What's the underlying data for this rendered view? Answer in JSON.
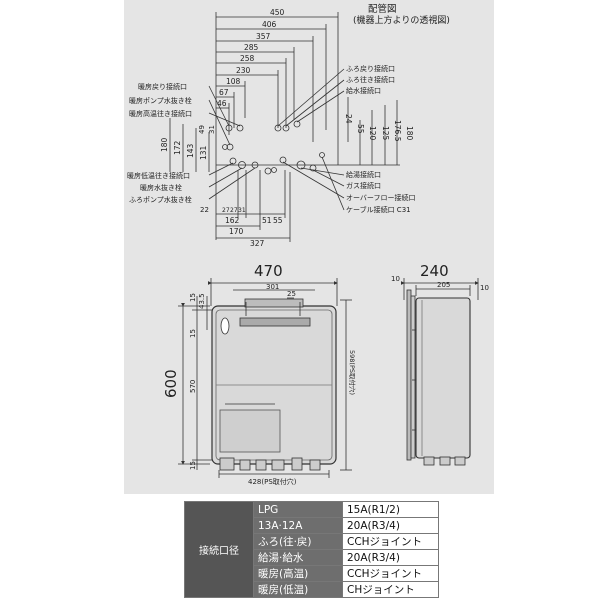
{
  "piping": {
    "title": "配管図",
    "subtitle": "(機器上方よりの透視図)",
    "top_dims": [
      "450",
      "406",
      "357",
      "285",
      "258",
      "230",
      "108",
      "67",
      "46"
    ],
    "small_dims": [
      "49",
      "31"
    ],
    "left_dims": [
      "180",
      "172",
      "143",
      "131"
    ],
    "right_dims": [
      "24",
      "55",
      "120",
      "125",
      "176.5",
      "180"
    ],
    "bottom_dims": [
      "22",
      "27",
      "27",
      "31",
      "162",
      "51",
      "55",
      "170",
      "327"
    ],
    "left_labels": [
      "暖房戻り接続口",
      "暖房ポンプ水抜き栓",
      "暖房高温往き接続口",
      "暖房低温往き接続口",
      "暖房水抜き栓",
      "ふろポンプ水抜き栓"
    ],
    "right_labels": [
      "ふろ戻り接続口",
      "ふろ往き接続口",
      "給水接続口",
      "給湯接続口",
      "ガス接続口",
      "オーバーフロー接続口",
      "ケーブル接続口 C31"
    ]
  },
  "front": {
    "width": "470",
    "height": "600",
    "dim_301": "301",
    "dim_25": "25",
    "dim_15_top": "15",
    "dim_43_5": "43.5",
    "dim_15_mid": "15",
    "dim_570": "570",
    "dim_15_bottom": "15",
    "ps_vertical": "598(PS取付穴)",
    "ps_horizontal": "428(PS取付穴)"
  },
  "side": {
    "width": "240",
    "dim_10_left": "10",
    "dim_205": "205",
    "dim_10_right": "10"
  },
  "spec_table": {
    "header": "接続口径",
    "rows": [
      {
        "label": "LPG",
        "value": "15A(R1/2)"
      },
      {
        "label": "13A·12A",
        "value": "20A(R3/4)"
      },
      {
        "label": "ふろ(往·戻)",
        "value": "CCHジョイント"
      },
      {
        "label": "給湯·給水",
        "value": "20A(R3/4)"
      },
      {
        "label": "暖房(高温)",
        "value": "CCHジョイント"
      },
      {
        "label": "暖房(低温)",
        "value": "CHジョイント"
      }
    ]
  },
  "colors": {
    "panel": "#e5e5e5",
    "line": "#333333",
    "table_header": "#555555",
    "table_label": "#6e6e6e"
  }
}
